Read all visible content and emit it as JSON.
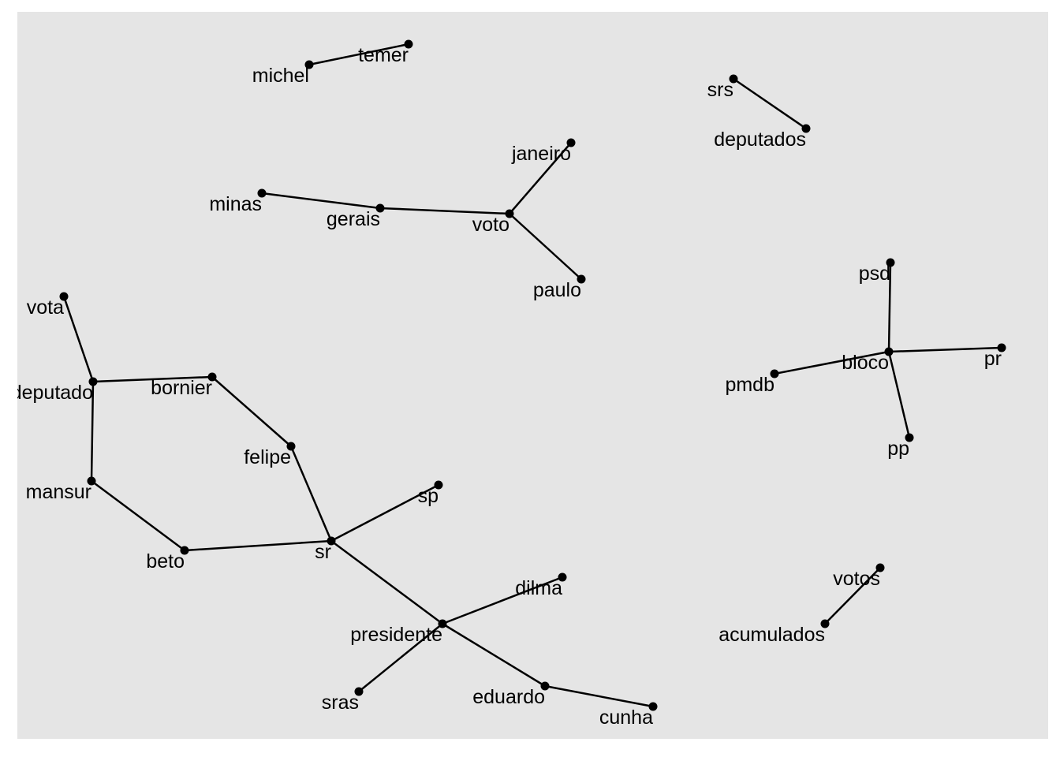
{
  "graph": {
    "background": "#e5e5e5",
    "edge_color": "#000000",
    "node_color": "#000000",
    "nodes": [
      "michel",
      "temer",
      "srs",
      "deputados",
      "janeiro",
      "minas",
      "gerais",
      "voto",
      "paulo",
      "psd",
      "bloco",
      "pr",
      "pmdb",
      "pp",
      "vota",
      "deputado",
      "bornier",
      "felipe",
      "mansur",
      "beto",
      "sr",
      "sp",
      "dilma",
      "presidente",
      "sras",
      "eduardo",
      "cunha",
      "votos",
      "acumulados"
    ],
    "edges": [
      [
        "michel",
        "temer"
      ],
      [
        "srs",
        "deputados"
      ],
      [
        "minas",
        "gerais"
      ],
      [
        "gerais",
        "voto"
      ],
      [
        "voto",
        "janeiro"
      ],
      [
        "voto",
        "paulo"
      ],
      [
        "psd",
        "bloco"
      ],
      [
        "bloco",
        "pr"
      ],
      [
        "bloco",
        "pmdb"
      ],
      [
        "bloco",
        "pp"
      ],
      [
        "vota",
        "deputado"
      ],
      [
        "deputado",
        "bornier"
      ],
      [
        "deputado",
        "mansur"
      ],
      [
        "bornier",
        "felipe"
      ],
      [
        "felipe",
        "sr"
      ],
      [
        "mansur",
        "beto"
      ],
      [
        "beto",
        "sr"
      ],
      [
        "sr",
        "sp"
      ],
      [
        "sr",
        "presidente"
      ],
      [
        "presidente",
        "dilma"
      ],
      [
        "presidente",
        "sras"
      ],
      [
        "presidente",
        "eduardo"
      ],
      [
        "eduardo",
        "cunha"
      ],
      [
        "votos",
        "acumulados"
      ]
    ]
  }
}
